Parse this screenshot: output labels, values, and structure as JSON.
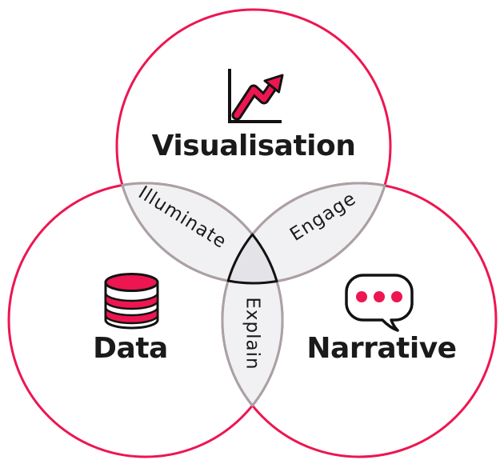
{
  "venn": {
    "circles": [
      {
        "label": "Visualisation",
        "icon": "line-chart-icon"
      },
      {
        "label": "Data",
        "icon": "database-icon"
      },
      {
        "label": "Narrative",
        "icon": "speech-bubble-icon"
      }
    ],
    "overlaps": [
      {
        "label": "Illuminate"
      },
      {
        "label": "Engage"
      },
      {
        "label": "Explain"
      }
    ]
  },
  "colors": {
    "accent": "#ED1651",
    "outline": "#121212",
    "text": "#1A1A1A",
    "overlap_fill": "#F1F1F4",
    "overlap_stroke": "#A8A2A4",
    "center_fill": "#E4E3E8",
    "background": "#FFFFFF"
  }
}
